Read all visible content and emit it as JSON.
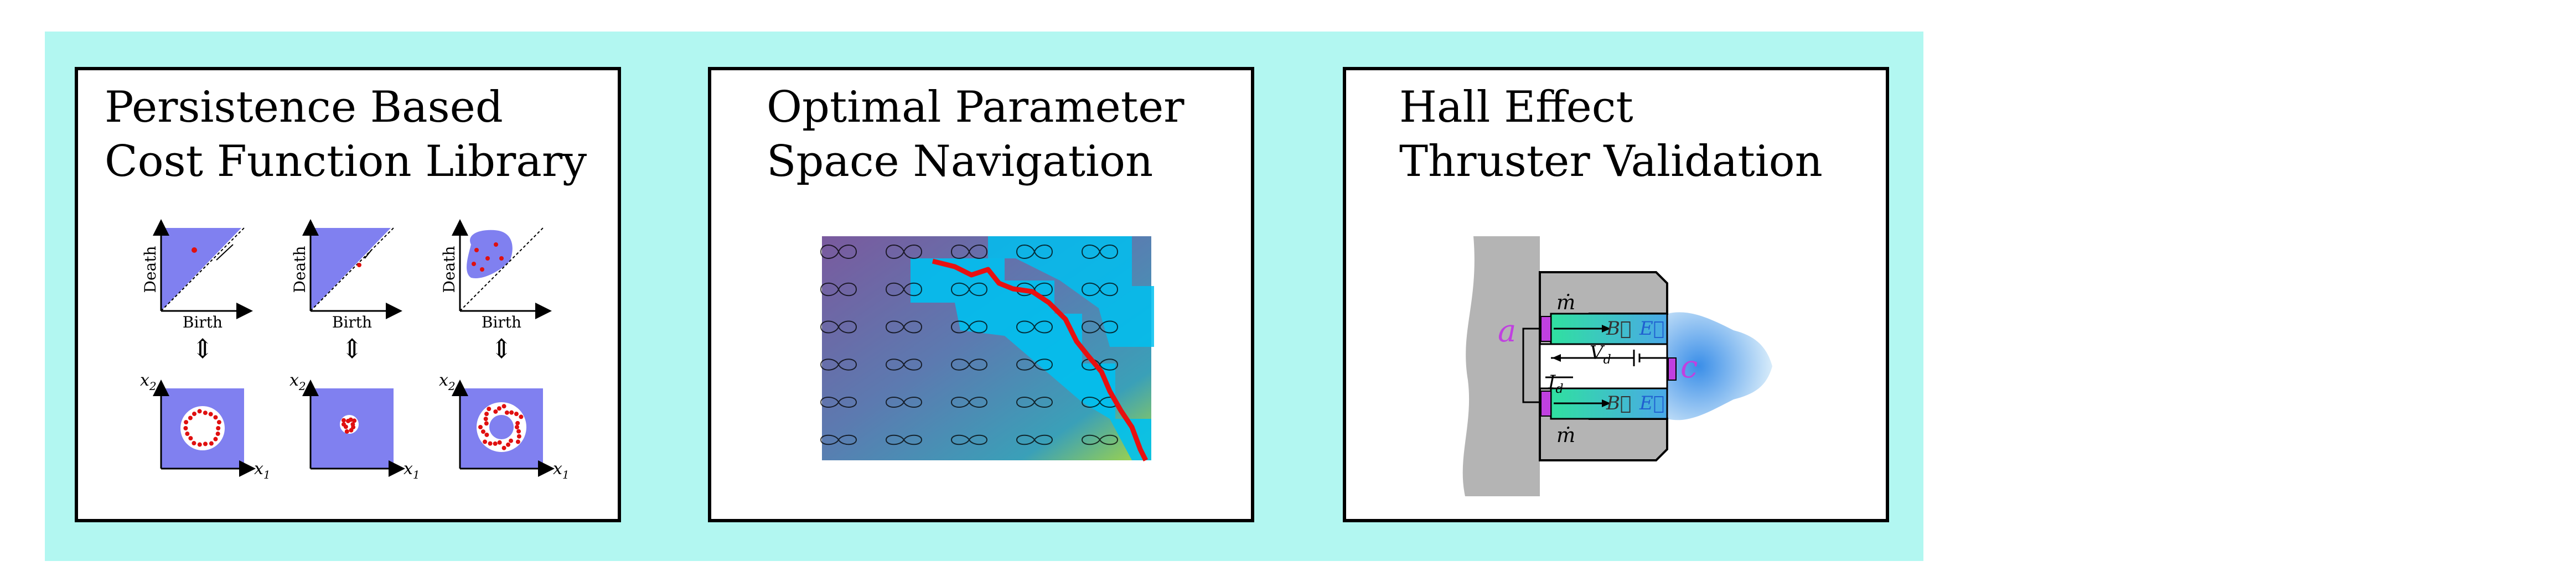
{
  "colors": {
    "background": "#b2f7f1",
    "panel_border": "#000000",
    "diagram_fill": "#8080f0",
    "point_red": "#e01010",
    "path_red": "#e81010",
    "hall_gray": "#b4b4b4",
    "magenta": "#c040e0",
    "green": "#30e0a0",
    "plume_blue": "#6ab4ee"
  },
  "panels": [
    {
      "id": "cost-function-library",
      "title_lines": [
        "Persistence Based",
        "Cost Function Library"
      ],
      "diagram_labels": {
        "y_axis": "Death",
        "x_axis": "Birth",
        "x1": "x",
        "x1_sub": "1",
        "x2": "x",
        "x2_sub": "2",
        "arrow": "⇕"
      }
    },
    {
      "id": "parameter-space-navigation",
      "title_lines": [
        "Optimal Parameter",
        "Space Navigation"
      ]
    },
    {
      "id": "hall-effect-thruster",
      "title_lines": [
        "Hall Effect",
        "Thruster Validation"
      ],
      "diagram_labels": {
        "mdot": "ṁ",
        "B": "B⃗",
        "E": "E⃗",
        "Vd": "V",
        "Vd_sub": "d",
        "Id": "I",
        "Id_sub": "d",
        "a": "a",
        "c": "c"
      }
    }
  ]
}
